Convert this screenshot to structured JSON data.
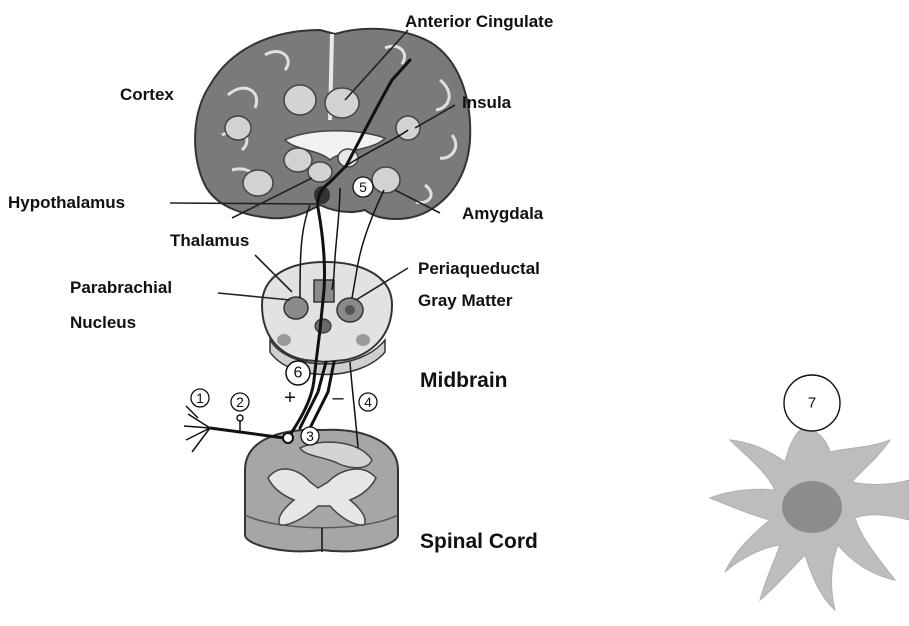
{
  "labels": {
    "anterior_cingulate": "Anterior Cingulate",
    "cortex": "Cortex",
    "insula": "Insula",
    "hypothalamus": "Hypothalamus",
    "amygdala": "Amygdala",
    "thalamus": "Thalamus",
    "periaqueductal_line1": "Periaqueductal",
    "periaqueductal_line2": "Gray Matter",
    "parabrachial_line1": "Parabrachial",
    "parabrachial_line2": "Nucleus",
    "midbrain": "Midbrain",
    "spinal_cord": "Spinal Cord"
  },
  "markers": {
    "m1": "1",
    "m2": "2",
    "m3": "3",
    "m4": "4",
    "m5": "5",
    "m6": "6",
    "m7": "7",
    "plus": "+",
    "minus": "–"
  },
  "colors": {
    "brain_dark": "#7a7a7a",
    "brain_light": "#d9d9d9",
    "midbrain_fill": "#e2e2e2",
    "spinal_gray": "#a6a6a6",
    "spinal_light": "#e6e6e6",
    "neuron_body": "#bdbdbd",
    "neuron_nucleus": "#8c8c8c"
  }
}
